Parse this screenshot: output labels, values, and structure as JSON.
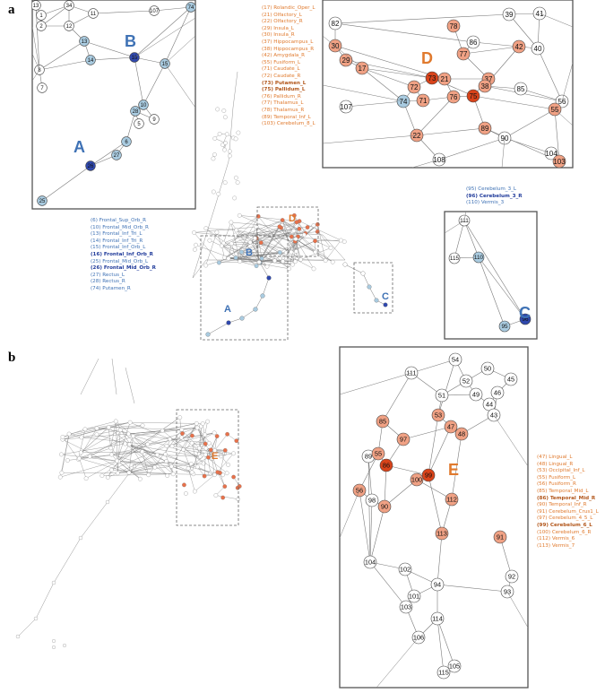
{
  "panels": {
    "a": "a",
    "b": "b"
  },
  "colors": {
    "edge": "#7a7a7a",
    "frame": "#555555",
    "node_white": "#ffffff",
    "node_lightblue": "#a9cbe0",
    "node_darkblue": "#2f48ad",
    "node_lightorange": "#f0a184",
    "node_orange": "#e8714a",
    "node_darkorange": "#d8431a",
    "label_blue": "#3f72b5",
    "label_orange": "#e07a2e"
  },
  "region_labels": {
    "A": "A",
    "B": "B",
    "C": "C",
    "D": "D",
    "E": "E"
  },
  "lists": {
    "a_top_orange": [
      {
        "t": "(17) Rolandic_Oper_L",
        "b": false
      },
      {
        "t": "(21) Olfactory_L",
        "b": false
      },
      {
        "t": "(22) Olfactory_R",
        "b": false
      },
      {
        "t": "(29) Insula_L",
        "b": false
      },
      {
        "t": "(30) Insula_R",
        "b": false
      },
      {
        "t": "(37) Hippocampus_L",
        "b": false
      },
      {
        "t": "(38) Hippocampus_R",
        "b": false
      },
      {
        "t": "(42) Amygdala_R",
        "b": false
      },
      {
        "t": "(55) Fusiform_L",
        "b": false
      },
      {
        "t": "(71) Caudate_L",
        "b": false
      },
      {
        "t": "(72) Caudate_R",
        "b": false
      },
      {
        "t": "(73) Putamen_L",
        "b": true
      },
      {
        "t": "(75) Pallidum_L",
        "b": true
      },
      {
        "t": "(76) Pallidum_R",
        "b": false
      },
      {
        "t": "(77) Thalamus_L",
        "b": false
      },
      {
        "t": "(78) Thalamus_R",
        "b": false
      },
      {
        "t": "(89) Temporal_Inf_L",
        "b": false
      },
      {
        "t": "(103) Cerebelum_8_L",
        "b": false
      }
    ],
    "a_left_blue": [
      {
        "t": "(6) Frontal_Sup_Orb_R",
        "b": false
      },
      {
        "t": "(10) Frontal_Mid_Orb_R",
        "b": false
      },
      {
        "t": "(13) Frontal_Inf_Tri_L",
        "b": false
      },
      {
        "t": "(14) Frontal_Inf_Tri_R",
        "b": false
      },
      {
        "t": "(15) Frontal_Inf_Orb_L",
        "b": false
      },
      {
        "t": "(16) Frontal_Inf_Orb_R",
        "b": true
      },
      {
        "t": "(25) Frontal_Mid_Orb_L",
        "b": false
      },
      {
        "t": "(26) Frontal_Mid_Orb_R",
        "b": true
      },
      {
        "t": "(27) Rectus_L",
        "b": false
      },
      {
        "t": "(28) Rectus_R",
        "b": false
      },
      {
        "t": "(74) Putamen_R",
        "b": false
      }
    ],
    "a_right_blue": [
      {
        "t": "(95) Cerebelum_3_L",
        "b": false
      },
      {
        "t": "(96) Cerebelum_3_R",
        "b": true
      },
      {
        "t": "(110) Vermis_3",
        "b": false
      }
    ],
    "b_right_orange": [
      {
        "t": "(47) Lingual_L",
        "b": false
      },
      {
        "t": "(48) Lingual_R",
        "b": false
      },
      {
        "t": "(53) Occipital_Inf_L",
        "b": false
      },
      {
        "t": "(55) Fusiform_L",
        "b": false
      },
      {
        "t": "(56) Fusiform_R",
        "b": false
      },
      {
        "t": "(85) Temporal_Mid_L",
        "b": false
      },
      {
        "t": "(86) Temporal_Mid_R",
        "b": true
      },
      {
        "t": "(90) Temporal_Inf_R",
        "b": false
      },
      {
        "t": "(91) Cerebelum_Crus1_L",
        "b": false
      },
      {
        "t": "(97) Cerebelum_4_5_L",
        "b": false
      },
      {
        "t": "(99) Cerebelum_6_L",
        "b": true
      },
      {
        "t": "(100) Cerebelum_6_R",
        "b": false
      },
      {
        "t": "(112) Vermis_6",
        "b": false
      },
      {
        "t": "(113) Vermis_7",
        "b": false
      }
    ]
  },
  "insets": {
    "a_left": {
      "nodes": [
        {
          "id": "13",
          "c": "w"
        },
        {
          "id": "1",
          "c": "w"
        },
        {
          "id": "34",
          "c": "w"
        },
        {
          "id": "11",
          "c": "w"
        },
        {
          "id": "12",
          "c": "w"
        },
        {
          "id": "2",
          "c": "w"
        },
        {
          "id": "107",
          "c": "w"
        },
        {
          "id": "74",
          "c": "lb"
        },
        {
          "id": "B13",
          "lbl": "13",
          "c": "lb"
        },
        {
          "id": "14",
          "c": "lb"
        },
        {
          "id": "16",
          "c": "db"
        },
        {
          "id": "15",
          "c": "lb"
        },
        {
          "id": "8",
          "c": "w"
        },
        {
          "id": "7",
          "c": "w"
        },
        {
          "id": "10",
          "c": "lb"
        },
        {
          "id": "28",
          "c": "lb"
        },
        {
          "id": "5",
          "c": "w"
        },
        {
          "id": "9",
          "c": "w"
        },
        {
          "id": "6",
          "c": "lb"
        },
        {
          "id": "27",
          "c": "lb"
        },
        {
          "id": "26",
          "c": "db"
        },
        {
          "id": "25",
          "c": "lb"
        }
      ]
    },
    "a_top": {
      "nodes": [
        {
          "id": "82",
          "c": "w"
        },
        {
          "id": "78",
          "c": "lo"
        },
        {
          "id": "39",
          "c": "w"
        },
        {
          "id": "41",
          "c": "w"
        },
        {
          "id": "30",
          "c": "lo"
        },
        {
          "id": "86",
          "c": "w"
        },
        {
          "id": "42",
          "c": "lo"
        },
        {
          "id": "40",
          "c": "w"
        },
        {
          "id": "29",
          "c": "lo"
        },
        {
          "id": "77",
          "c": "lo"
        },
        {
          "id": "17",
          "c": "lo"
        },
        {
          "id": "73",
          "c": "do"
        },
        {
          "id": "21",
          "c": "lo"
        },
        {
          "id": "37",
          "c": "lo"
        },
        {
          "id": "72",
          "c": "lo"
        },
        {
          "id": "38",
          "c": "lo"
        },
        {
          "id": "85",
          "c": "w"
        },
        {
          "id": "76",
          "c": "lo"
        },
        {
          "id": "75",
          "c": "do"
        },
        {
          "id": "71",
          "c": "lo"
        },
        {
          "id": "74",
          "c": "lb"
        },
        {
          "id": "56",
          "c": "w"
        },
        {
          "id": "107",
          "c": "w"
        },
        {
          "id": "55",
          "c": "lo"
        },
        {
          "id": "89",
          "c": "lo"
        },
        {
          "id": "22",
          "c": "lo"
        },
        {
          "id": "90",
          "c": "w"
        },
        {
          "id": "104",
          "c": "w"
        },
        {
          "id": "108",
          "c": "w"
        },
        {
          "id": "103",
          "c": "lo"
        }
      ]
    },
    "a_right": {
      "nodes": [
        {
          "id": "111",
          "c": "w"
        },
        {
          "id": "115",
          "c": "w"
        },
        {
          "id": "110",
          "c": "lb"
        },
        {
          "id": "95",
          "c": "lb"
        },
        {
          "id": "96",
          "c": "db"
        }
      ]
    },
    "b_right": {
      "nodes": [
        {
          "id": "54",
          "c": "w"
        },
        {
          "id": "50",
          "c": "w"
        },
        {
          "id": "45",
          "c": "w"
        },
        {
          "id": "111",
          "c": "w"
        },
        {
          "id": "52",
          "c": "w"
        },
        {
          "id": "51",
          "c": "w"
        },
        {
          "id": "49",
          "c": "w"
        },
        {
          "id": "46",
          "c": "w"
        },
        {
          "id": "44",
          "c": "w"
        },
        {
          "id": "85",
          "c": "lo"
        },
        {
          "id": "53",
          "c": "lo"
        },
        {
          "id": "43",
          "c": "w"
        },
        {
          "id": "97",
          "c": "lo"
        },
        {
          "id": "47",
          "c": "lo"
        },
        {
          "id": "48",
          "c": "lo"
        },
        {
          "id": "89",
          "c": "w"
        },
        {
          "id": "55",
          "c": "lo"
        },
        {
          "id": "86",
          "c": "do"
        },
        {
          "id": "99",
          "c": "do"
        },
        {
          "id": "100",
          "c": "lo"
        },
        {
          "id": "56",
          "c": "lo"
        },
        {
          "id": "98",
          "c": "w"
        },
        {
          "id": "90",
          "c": "lo"
        },
        {
          "id": "112",
          "c": "lo"
        },
        {
          "id": "113",
          "c": "lo"
        },
        {
          "id": "91",
          "c": "lo"
        },
        {
          "id": "104",
          "c": "w"
        },
        {
          "id": "102",
          "c": "w"
        },
        {
          "id": "94",
          "c": "w"
        },
        {
          "id": "92",
          "c": "w"
        },
        {
          "id": "101",
          "c": "w"
        },
        {
          "id": "93",
          "c": "w"
        },
        {
          "id": "103",
          "c": "w"
        },
        {
          "id": "114",
          "c": "w"
        },
        {
          "id": "106",
          "c": "w"
        },
        {
          "id": "105",
          "c": "w"
        },
        {
          "id": "115",
          "c": "w"
        }
      ]
    }
  }
}
